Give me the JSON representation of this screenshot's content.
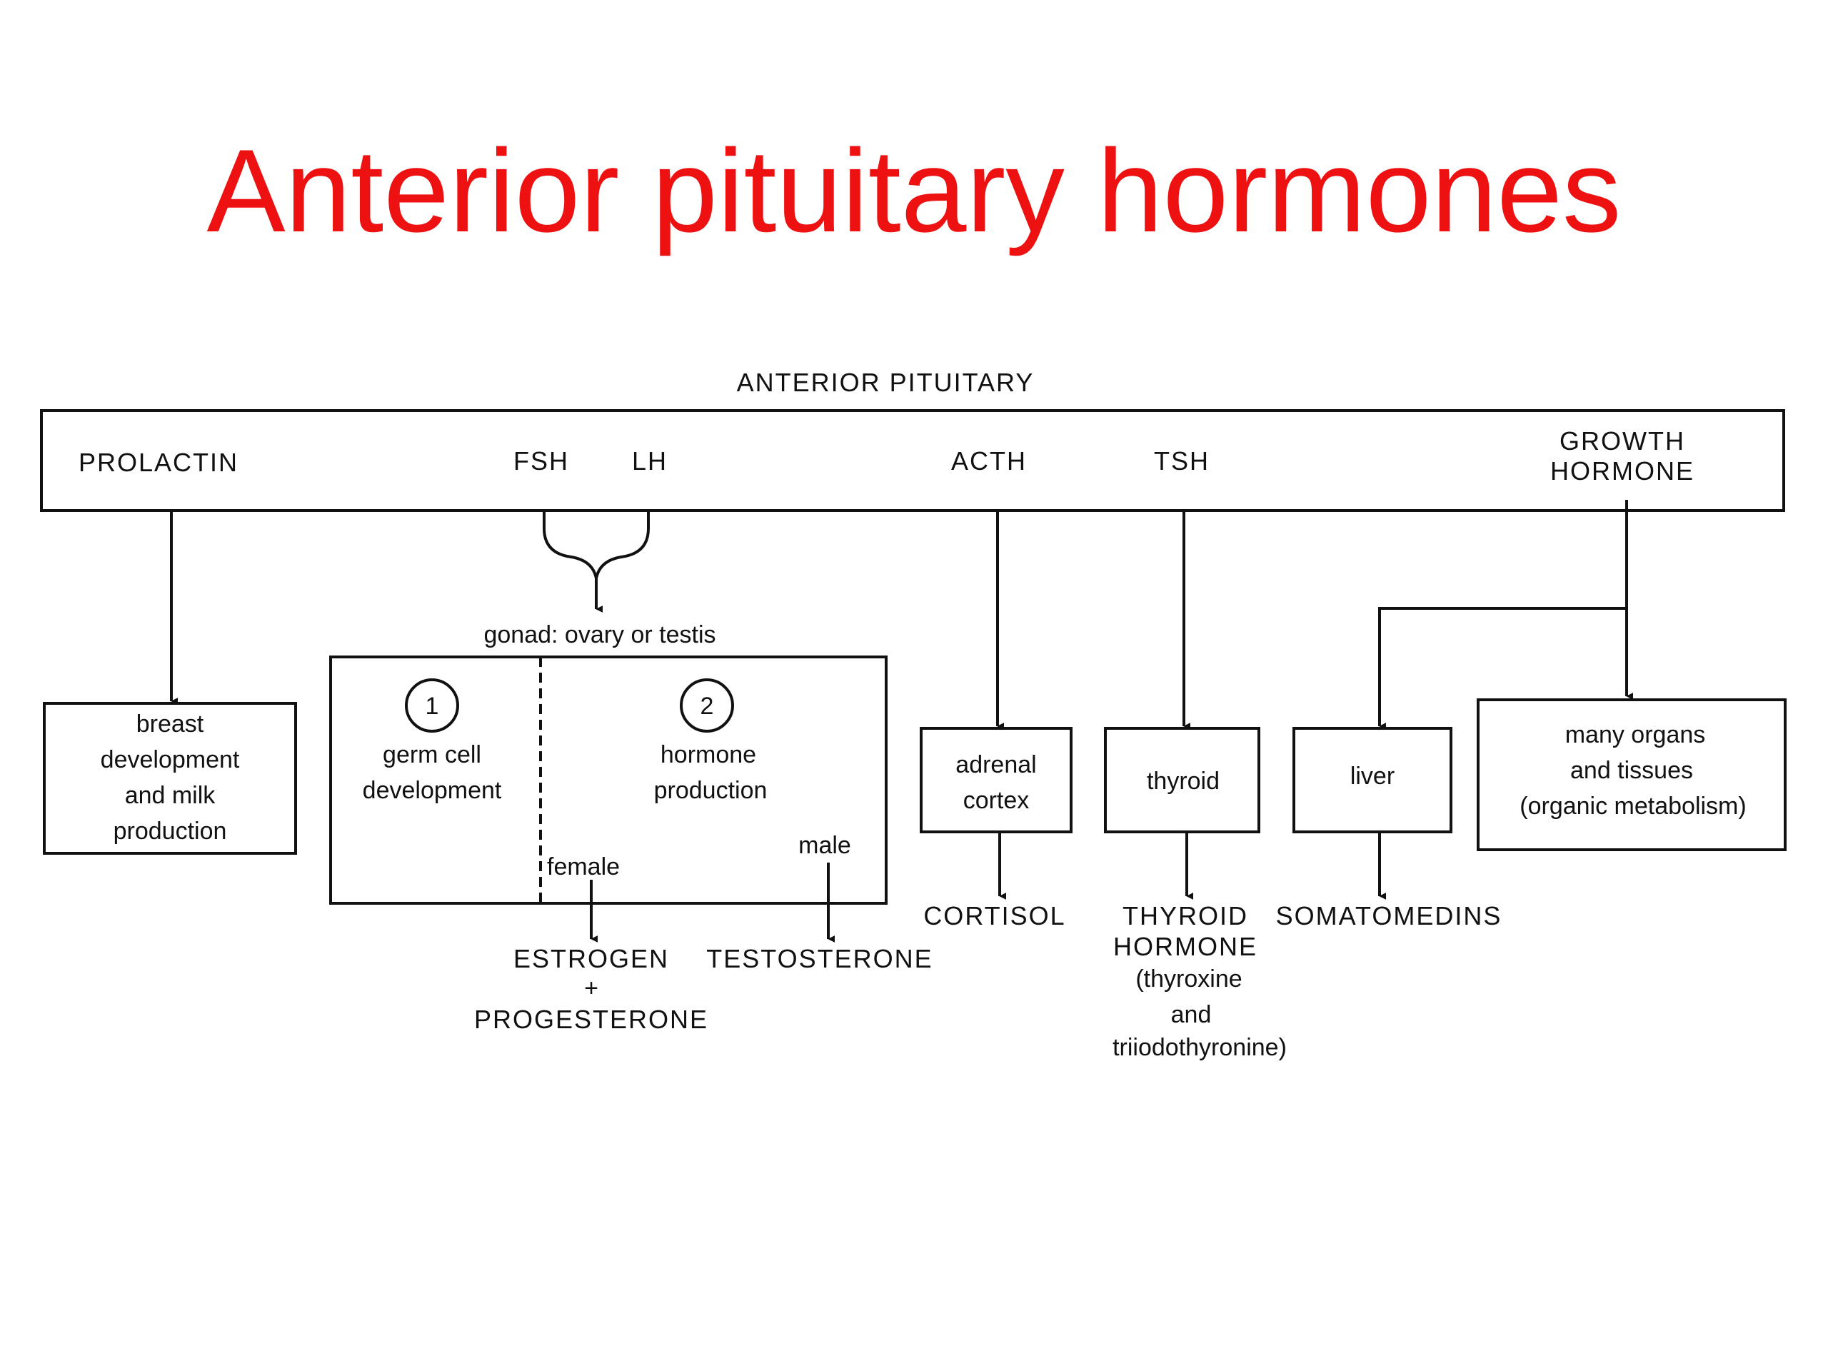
{
  "title": "Anterior pituitary hormones",
  "header": "ANTERIOR PITUITARY",
  "hormones": {
    "prolactin": "PROLACTIN",
    "fsh": "FSH",
    "lh": "LH",
    "acth": "ACTH",
    "tsh": "TSH",
    "growth_hormone": [
      "GROWTH",
      "HORMONE"
    ]
  },
  "targets": {
    "breast": [
      "breast",
      "development",
      "and milk",
      "production"
    ],
    "gonad_label": "gonad: ovary or testis",
    "germ_num": "1",
    "germ": [
      "germ cell",
      "development"
    ],
    "hormone_num": "2",
    "hormone_prod": [
      "hormone",
      "production"
    ],
    "female": "female",
    "male": "male",
    "adrenal": [
      "adrenal",
      "cortex"
    ],
    "thyroid": "thyroid",
    "liver": "liver",
    "organs": [
      "many organs",
      "and tissues",
      "(organic metabolism)"
    ]
  },
  "products": {
    "estrogen": "ESTROGEN",
    "plus": "+",
    "progesterone": "PROGESTERONE",
    "testosterone": "TESTOSTERONE",
    "cortisol": "CORTISOL",
    "thyroid_hormone": [
      "THYROID",
      "HORMONE",
      "(thyroxine",
      "and",
      "triiodothyronine)"
    ],
    "somatomedins": "SOMATOMEDINS"
  }
}
